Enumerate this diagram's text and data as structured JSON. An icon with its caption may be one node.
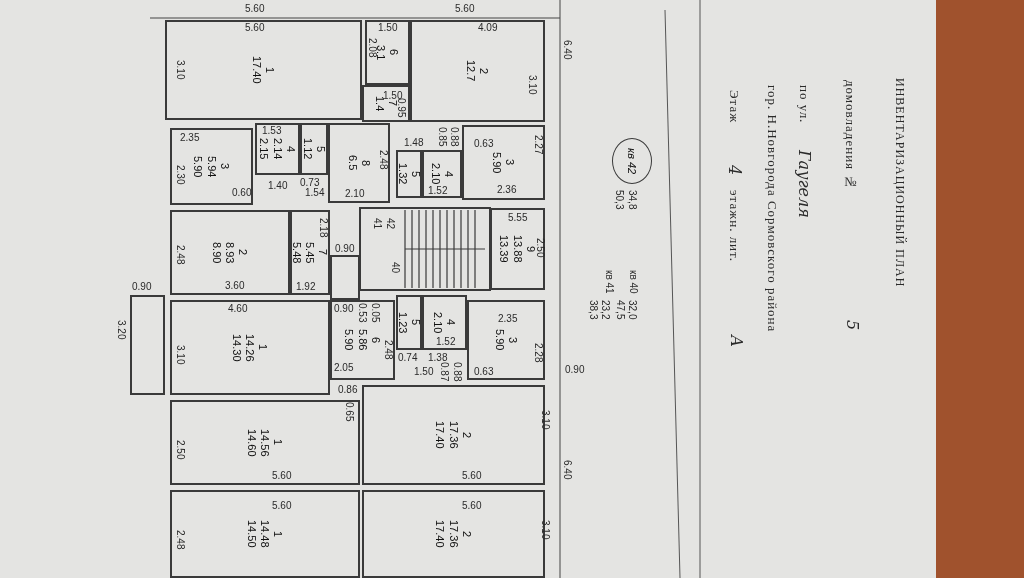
{
  "diagram": {
    "title": "ИНВЕНТАРИЗАЦИОННЫЙ ПЛАН",
    "nodes": [
      {
        "text": [
          "1",
          "17.40"
        ]
      },
      {
        "text": [
          "6",
          "3.1"
        ]
      },
      {
        "text": [
          "7",
          "1.4"
        ]
      },
      {
        "text": [
          "2",
          "12.7"
        ]
      },
      {
        "text": [
          "3",
          "5.94",
          "5.90"
        ]
      },
      {
        "text": [
          "4",
          "2.14",
          "2.15"
        ]
      },
      {
        "text": [
          "5",
          "1.12"
        ]
      },
      {
        "text": [
          "8",
          "6.5"
        ]
      },
      {
        "text": [
          "5",
          "1.32"
        ]
      },
      {
        "text": [
          "4",
          "2.10"
        ]
      },
      {
        "text": [
          "3",
          "5.90"
        ]
      },
      {
        "text": [
          "9",
          "13.88",
          "13.39"
        ]
      },
      {
        "text": [
          "2",
          "8.93",
          "8.90"
        ]
      },
      {
        "text": [
          "7",
          "5.45",
          "5.48"
        ]
      },
      {
        "text": [],
        "shape": "box"
      },
      {
        "text": [
          "1",
          "14.26",
          "14.30"
        ]
      },
      {
        "text": [],
        "shape": "box"
      },
      {
        "text": [
          "6",
          "5.86",
          "5.90"
        ]
      },
      {
        "text": [
          "5",
          "1.23"
        ]
      },
      {
        "text": [
          "4",
          "2.10"
        ]
      },
      {
        "text": [
          "3",
          "5.90"
        ]
      },
      {
        "text": [
          "1",
          "14.56",
          "14.60"
        ]
      },
      {
        "text": [
          "2",
          "17.36",
          "17.40"
        ]
      },
      {
        "text": [
          "1",
          "14.48",
          "14.50"
        ]
      },
      {
        "text": [
          "2",
          "17.36",
          "17.40"
        ]
      },
      {
        "text": [
          "кв 42"
        ]
      }
    ],
    "labels": [
      "5.60",
      "5.60",
      "5.60",
      "1.50",
      "4.09",
      "3.60",
      "4.60",
      "0.90",
      "5.60",
      "5.60",
      "5.60",
      "5.60",
      "0.90",
      "5.55",
      "2.35",
      "2.36",
      "2.35",
      "1.48",
      "1.54",
      "1.40",
      "0.60",
      "1.92",
      "0.90",
      "0.90",
      "2.05",
      "1.50",
      "0.63",
      "0.63",
      "0.86",
      "2.10",
      "3.10",
      "3.10",
      "2.08",
      "1.50",
      "0.95",
      "2.30",
      "2.27",
      "2.48",
      "0.85",
      "0.88",
      "2.48",
      "2.18",
      "2.50",
      "3.10",
      "3.20",
      "2.48",
      "2.28",
      "0.87",
      "0.88",
      "0.53",
      "0.05",
      "0.65",
      "2.50",
      "3.10",
      "2.48",
      "3.10",
      "6.40",
      "6.40",
      "1.53",
      "1.52",
      "1.52",
      "0.74",
      "1.38",
      "0.73",
      "41",
      "42",
      "40",
      "50,3",
      "34,8",
      "кв 41",
      "кв 40",
      "38,3",
      "23,2",
      "47,5",
      "32,0",
      "домовладения №",
      "5",
      "по ул.",
      "Гаугеля",
      "гор. Н.Новгорода Сормовского района",
      "Этаж",
      "4",
      "этажн. лит.",
      "А"
    ]
  }
}
